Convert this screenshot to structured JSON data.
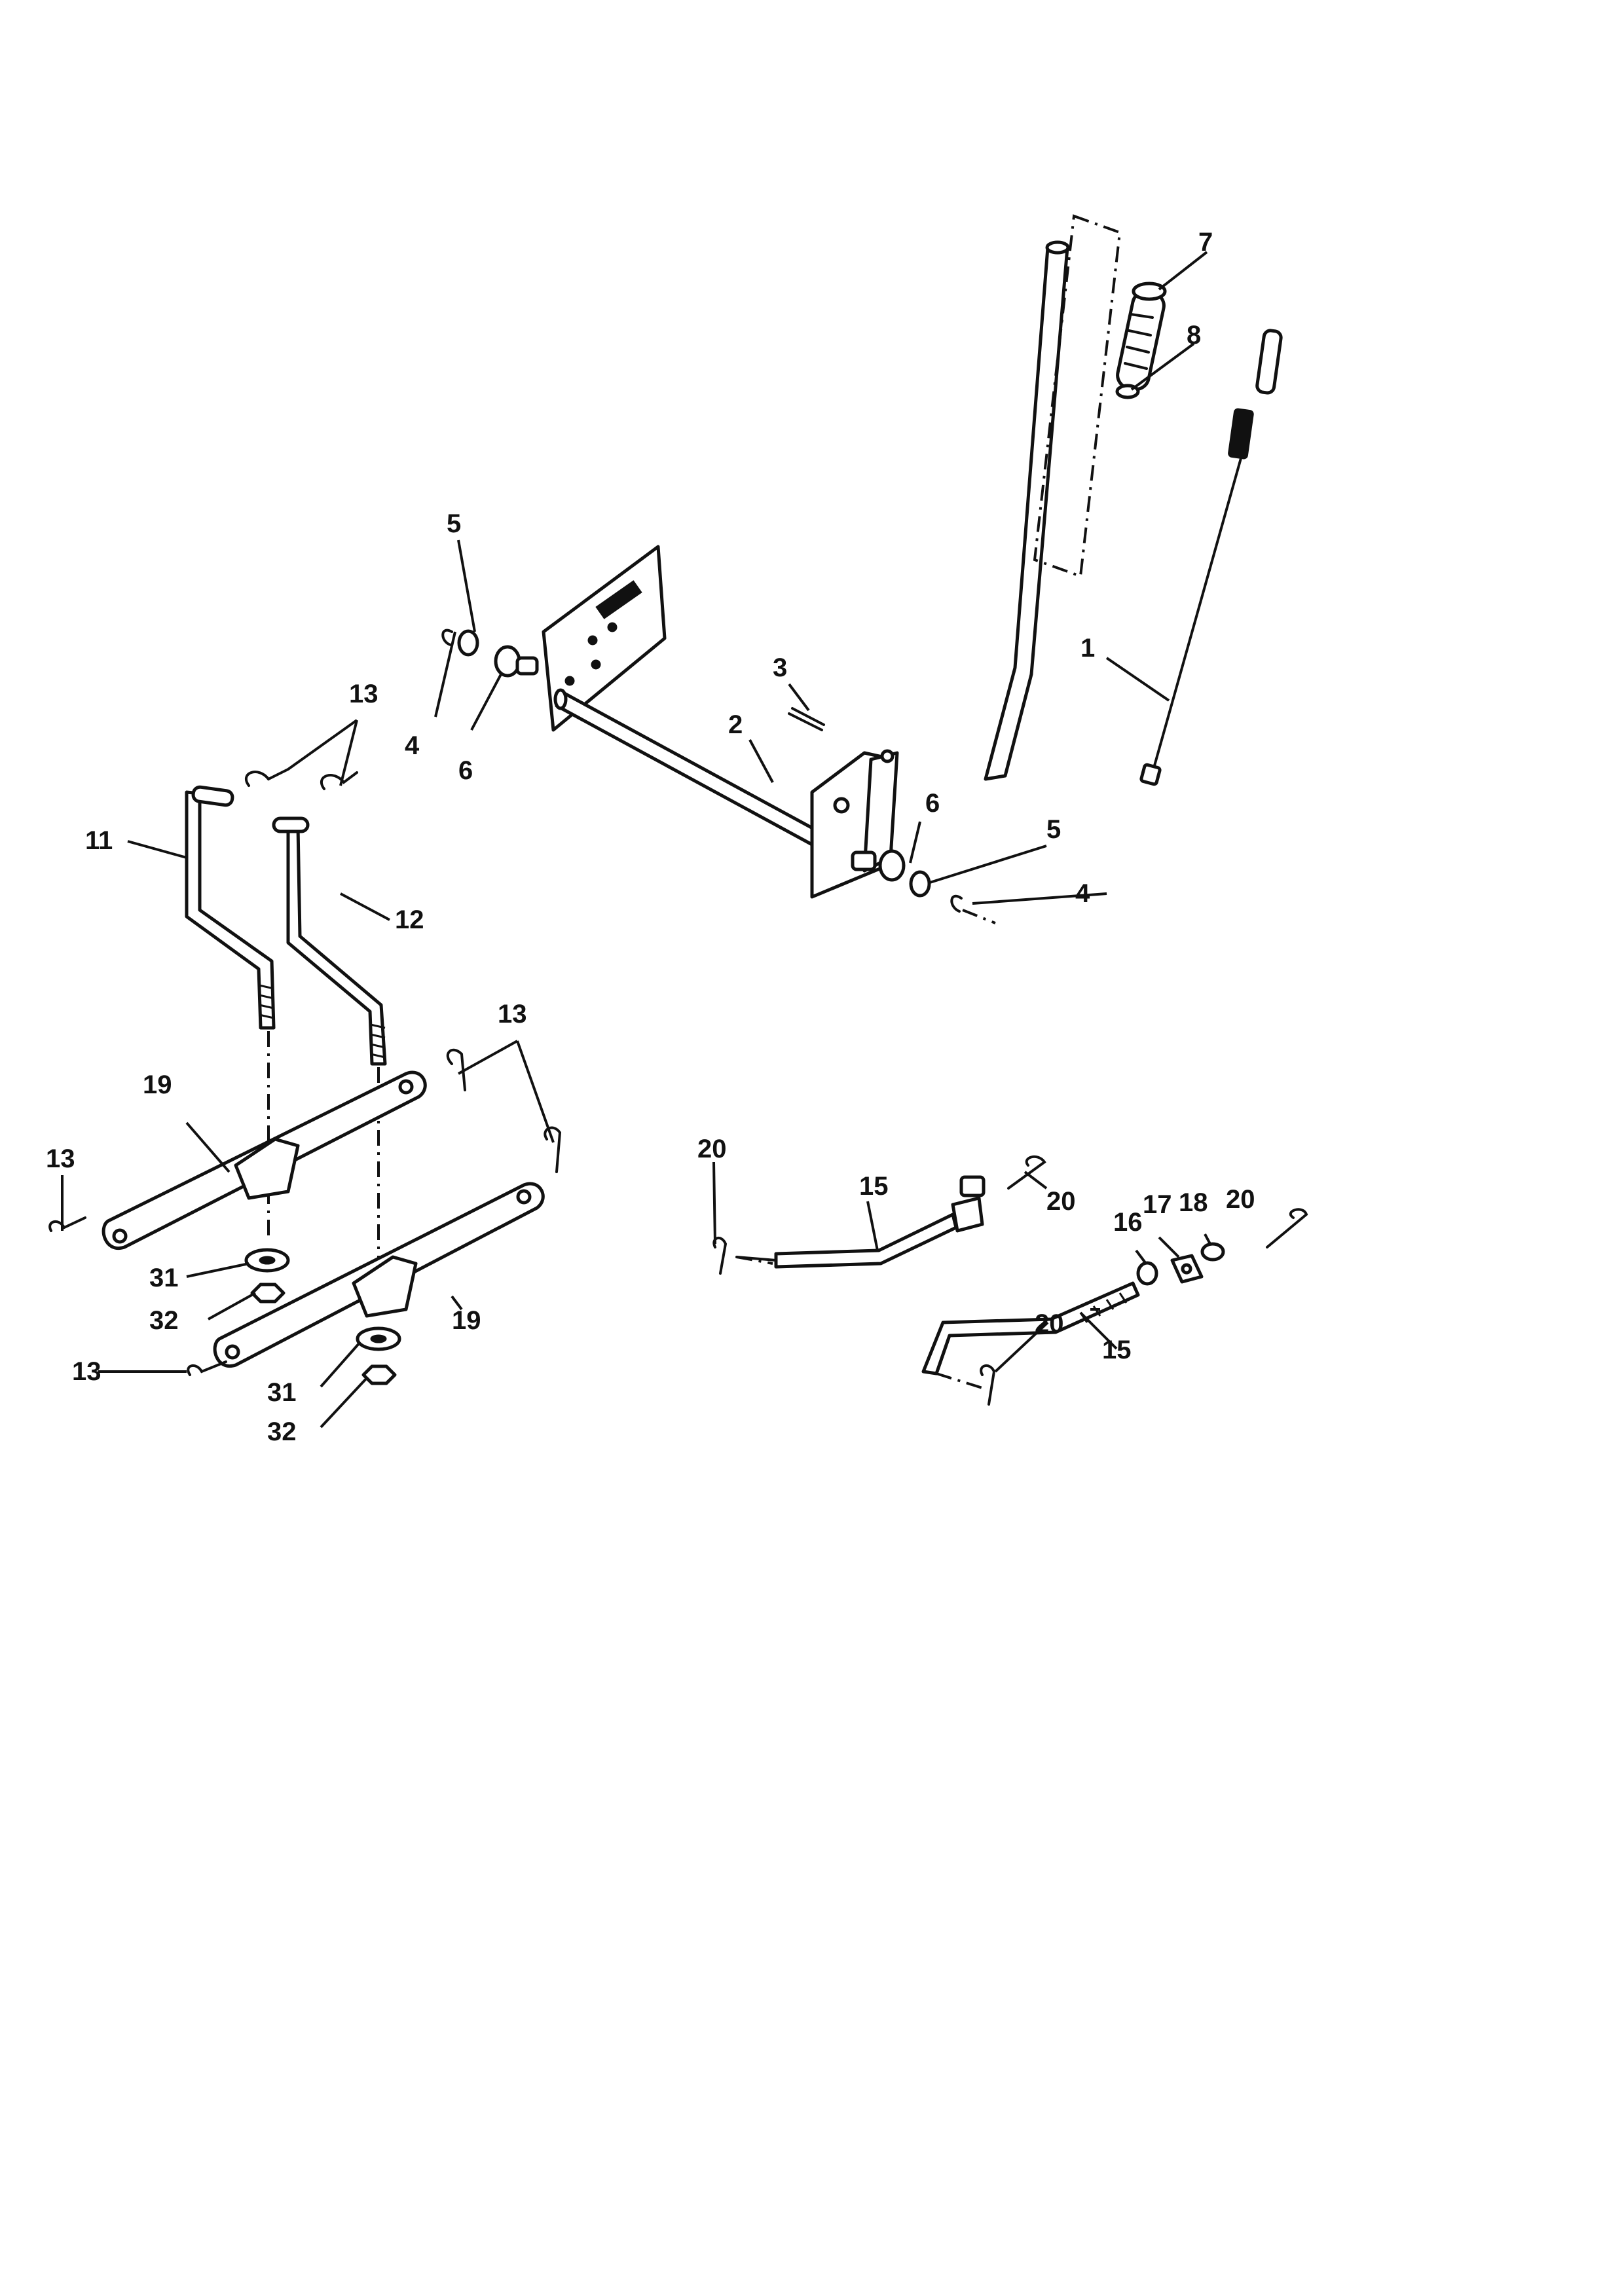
{
  "diagram": {
    "callouts": {
      "c1": "1",
      "c2": "2",
      "c3": "3",
      "c4": "4",
      "c5": "5",
      "c6": "6",
      "c7": "7",
      "c8": "8",
      "c11": "11",
      "c12": "12",
      "c13": "13",
      "c15": "15",
      "c16": "16",
      "c17": "17",
      "c18": "18",
      "c19": "19",
      "c20": "20",
      "c31": "31",
      "c32": "32"
    }
  }
}
